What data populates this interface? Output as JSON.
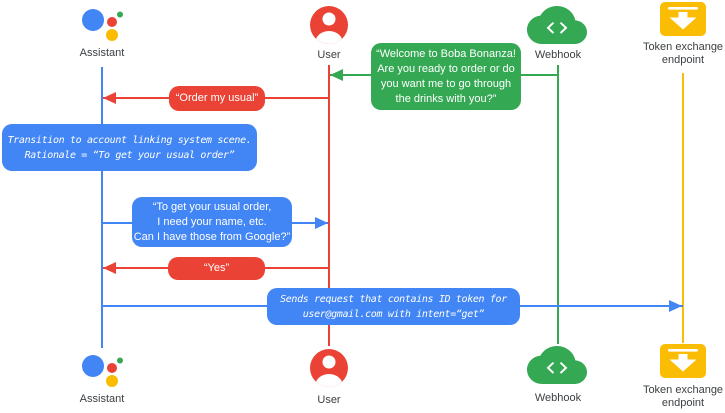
{
  "diagram": {
    "title_hint": "Account linking sequence diagram",
    "actors": {
      "assistant": {
        "label": "Assistant"
      },
      "user": {
        "label": "User"
      },
      "webhook": {
        "label": "Webhook"
      },
      "token": {
        "label_lines": [
          "Token exchange",
          "endpoint"
        ]
      }
    },
    "messages": {
      "welcome": {
        "from": "webhook",
        "to": "user",
        "lines": [
          "“Welcome to Boba Bonanza!",
          "Are you ready to order or do",
          "you want me to go through",
          "the drinks with you?”"
        ]
      },
      "order": {
        "from": "user",
        "to": "assistant",
        "text": "“Order my usual”"
      },
      "transition_note": {
        "lines": [
          "Transition to account linking system scene.",
          "Rationale = “To get your usual order”"
        ]
      },
      "ask_info": {
        "from": "assistant",
        "to": "user",
        "lines": [
          "“To get your usual order,",
          "I need your name, etc.",
          "Can I have those from Google?”"
        ]
      },
      "yes": {
        "from": "user",
        "to": "assistant",
        "text": "“Yes”"
      },
      "send_request": {
        "from": "assistant",
        "to": "token",
        "lines": [
          "Sends request that contains ID token for",
          "user@gmail.com with intent=“get”"
        ]
      }
    },
    "colors": {
      "blue": "#4285F4",
      "red": "#EA4335",
      "green": "#34A853",
      "yellow": "#FBBC04",
      "label_text": "#3C4043"
    }
  }
}
